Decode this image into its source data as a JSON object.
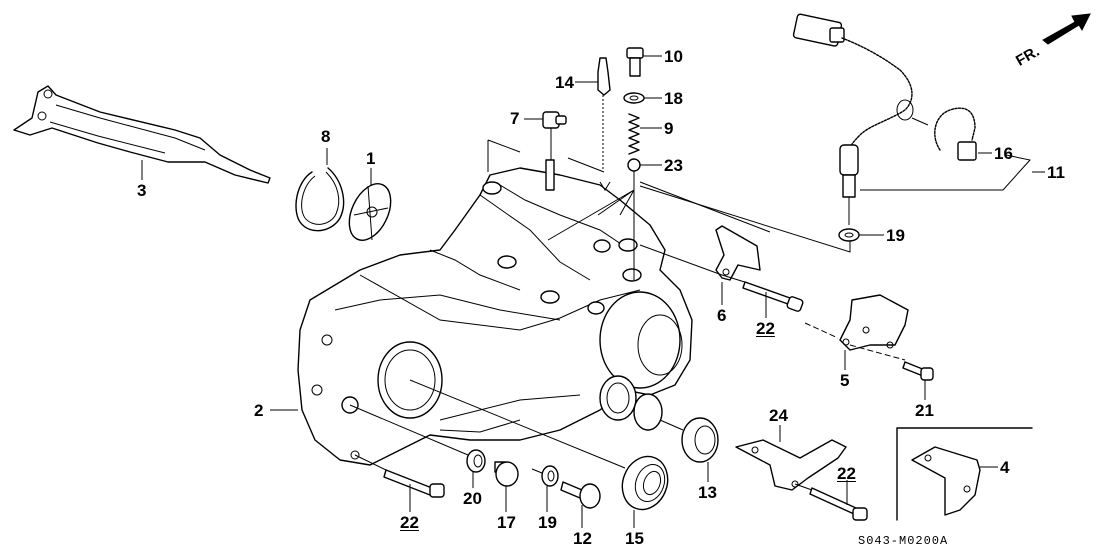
{
  "diagram": {
    "type": "exploded-parts-diagram",
    "subject": "Manual transmission housing",
    "direction_indicator": "FR.",
    "diagram_code": "S043-M0200A",
    "callouts": [
      {
        "id": "c1",
        "label": "1",
        "part": "plate"
      },
      {
        "id": "c2",
        "label": "2",
        "part": "transmission housing"
      },
      {
        "id": "c3",
        "label": "3",
        "part": "bracket arm"
      },
      {
        "id": "c4",
        "label": "4",
        "part": "bracket (inset)"
      },
      {
        "id": "c5",
        "label": "5",
        "part": "bracket"
      },
      {
        "id": "c6",
        "label": "6",
        "part": "bracket"
      },
      {
        "id": "c7",
        "label": "7",
        "part": "stopper"
      },
      {
        "id": "c8",
        "label": "8",
        "part": "snap ring"
      },
      {
        "id": "c9",
        "label": "9",
        "part": "spring"
      },
      {
        "id": "c10",
        "label": "10",
        "part": "bolt"
      },
      {
        "id": "c11",
        "label": "11",
        "part": "switch assembly"
      },
      {
        "id": "c12",
        "label": "12",
        "part": "plug"
      },
      {
        "id": "c13",
        "label": "13",
        "part": "plug"
      },
      {
        "id": "c14",
        "label": "14",
        "part": "breather"
      },
      {
        "id": "c15",
        "label": "15",
        "part": "oil seal"
      },
      {
        "id": "c16",
        "label": "16",
        "part": "clip"
      },
      {
        "id": "c17",
        "label": "17",
        "part": "drain plug"
      },
      {
        "id": "c18",
        "label": "18",
        "part": "washer"
      },
      {
        "id": "c19a",
        "label": "19",
        "part": "washer"
      },
      {
        "id": "c19b",
        "label": "19",
        "part": "washer"
      },
      {
        "id": "c20",
        "label": "20",
        "part": "washer"
      },
      {
        "id": "c21",
        "label": "21",
        "part": "bolt"
      },
      {
        "id": "c22a",
        "label": "22",
        "part": "bolt"
      },
      {
        "id": "c22b",
        "label": "22",
        "part": "bolt"
      },
      {
        "id": "c22c",
        "label": "22",
        "part": "bolt"
      },
      {
        "id": "c23",
        "label": "23",
        "part": "ball"
      },
      {
        "id": "c24",
        "label": "24",
        "part": "bracket"
      }
    ]
  }
}
